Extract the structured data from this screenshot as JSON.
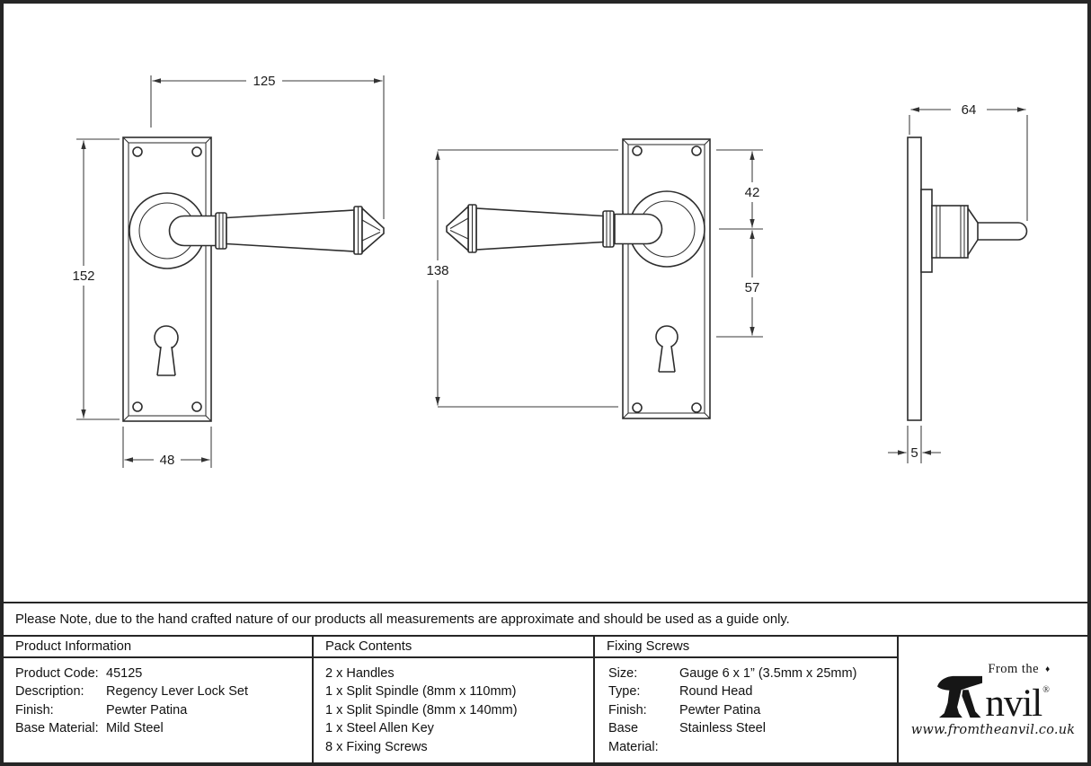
{
  "note": {
    "text": "Please Note, due to the hand crafted nature of our products all measurements are approximate and should be used as a guide only."
  },
  "drawing": {
    "dimensions": {
      "lever_length": "125",
      "plate_height": "152",
      "plate_width": "48",
      "screw_centres": "138",
      "top_screw_to_spindle": "42",
      "spindle_to_keyhole": "57",
      "projection": "64",
      "plate_thickness": "5"
    }
  },
  "table": {
    "product_information": {
      "header": "Product Information",
      "rows": [
        {
          "label": "Product Code:",
          "value": "45125"
        },
        {
          "label": "Description:",
          "value": "Regency Lever Lock Set"
        },
        {
          "label": "Finish:",
          "value": "Pewter Patina"
        },
        {
          "label": "Base Material:",
          "value": "Mild Steel"
        }
      ]
    },
    "pack_contents": {
      "header": "Pack Contents",
      "items": [
        "2 x Handles",
        "1 x Split Spindle (8mm x 110mm)",
        "1 x Split Spindle (8mm x 140mm)",
        "1 x Steel Allen Key",
        "8 x Fixing Screws"
      ]
    },
    "fixing_screws": {
      "header": "Fixing Screws",
      "rows": [
        {
          "label": "Size:",
          "value": "Gauge 6 x 1” (3.5mm x 25mm)"
        },
        {
          "label": "Type:",
          "value": "Round Head"
        },
        {
          "label": "Finish:",
          "value": "Pewter Patina"
        },
        {
          "label": "Base Material:",
          "value": "Stainless Steel"
        }
      ]
    },
    "logo": {
      "icon": "anvil-icon",
      "from_the": "From the",
      "diamond": "♦",
      "brand_suffix": "nvil",
      "registered": "®",
      "website": "www.fromtheanvil.co.uk"
    }
  }
}
